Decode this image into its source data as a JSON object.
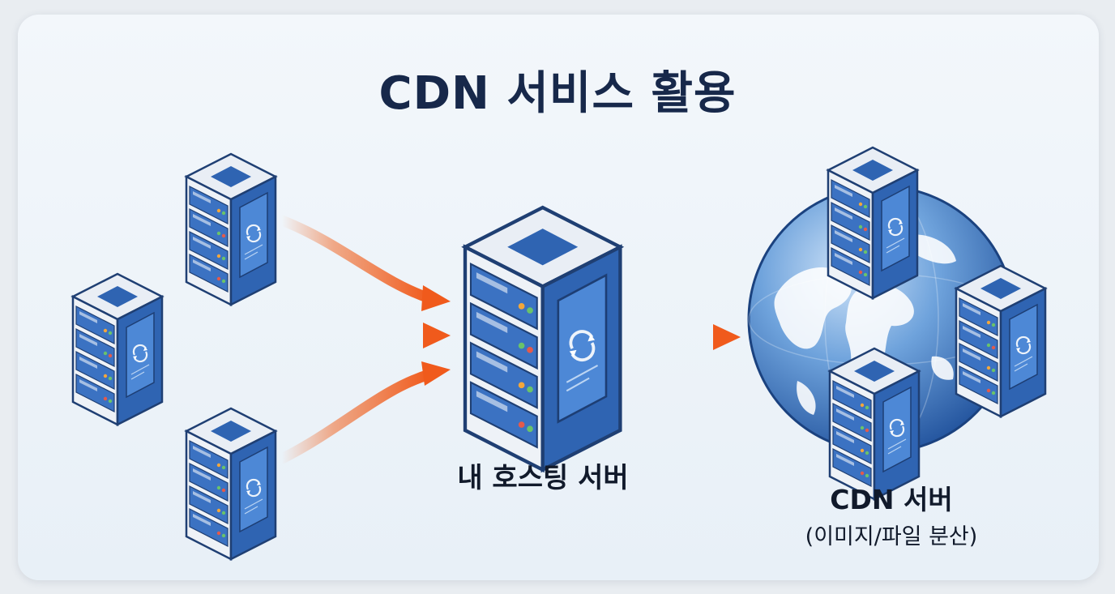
{
  "title": "CDN 서비스 활용",
  "host_server": {
    "label": "내 호스팅 서버"
  },
  "cdn_server": {
    "label": "CDN 서버",
    "description": "(이미지/파일 분산)"
  },
  "colors": {
    "server_blue": "#2f64b2",
    "server_dark": "#1f4a8e",
    "arrow_orange": "#f06a2a",
    "title_navy": "#17284a"
  },
  "icons": [
    "server-icon",
    "globe-icon",
    "sync-icon",
    "arrow-icon"
  ]
}
